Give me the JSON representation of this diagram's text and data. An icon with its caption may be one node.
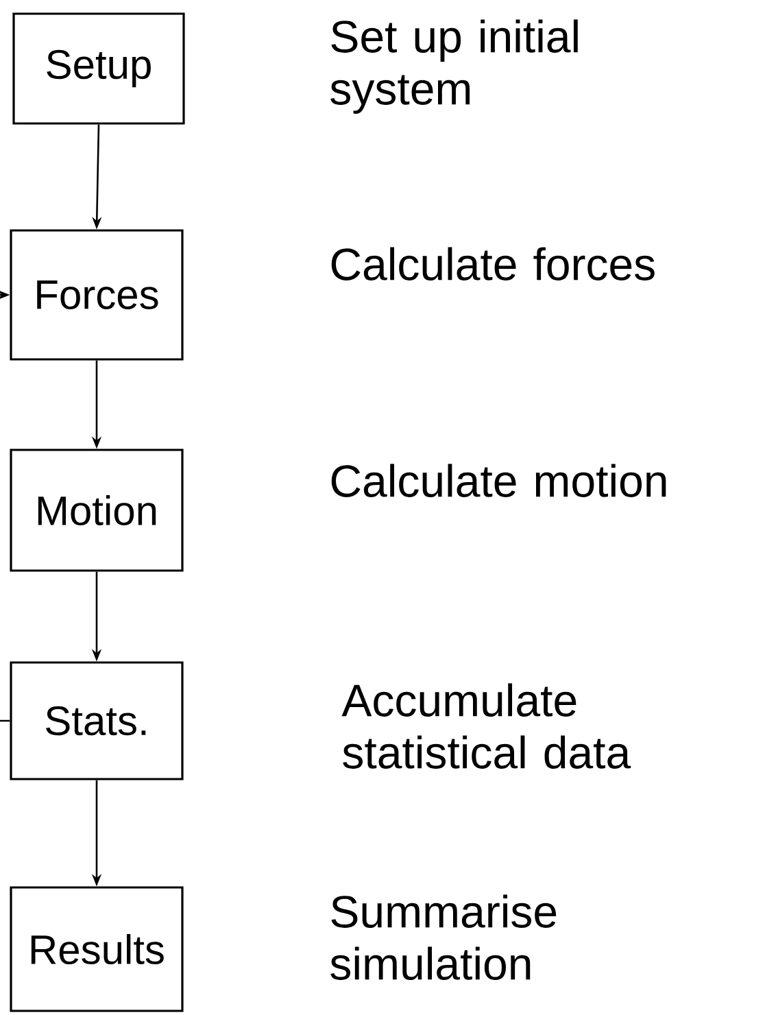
{
  "diagram": {
    "nodes": [
      {
        "text": [
          "Setup"
        ],
        "beside": [
          "Set up initial system"
        ]
      },
      {
        "text": [
          "Forces"
        ],
        "beside": [
          "Calculate forces"
        ]
      },
      {
        "text": [
          "Motion"
        ],
        "beside": [
          "Calculate motion"
        ]
      },
      {
        "text": [
          "Stats."
        ],
        "beside": [
          "Accumulate statistical data"
        ]
      },
      {
        "text": [
          "Results"
        ],
        "beside": [
          "Summarise simulation"
        ]
      }
    ],
    "edges": [
      {
        "from": 0,
        "to": 1,
        "arrow": "to"
      },
      {
        "from": 1,
        "to": 2,
        "arrow": "to"
      },
      {
        "from": 2,
        "to": 3,
        "arrow": "to"
      },
      {
        "from": 3,
        "to": 4,
        "arrow": "to"
      },
      {
        "from": 3,
        "to": 1,
        "arrow": "to"
      }
    ]
  }
}
